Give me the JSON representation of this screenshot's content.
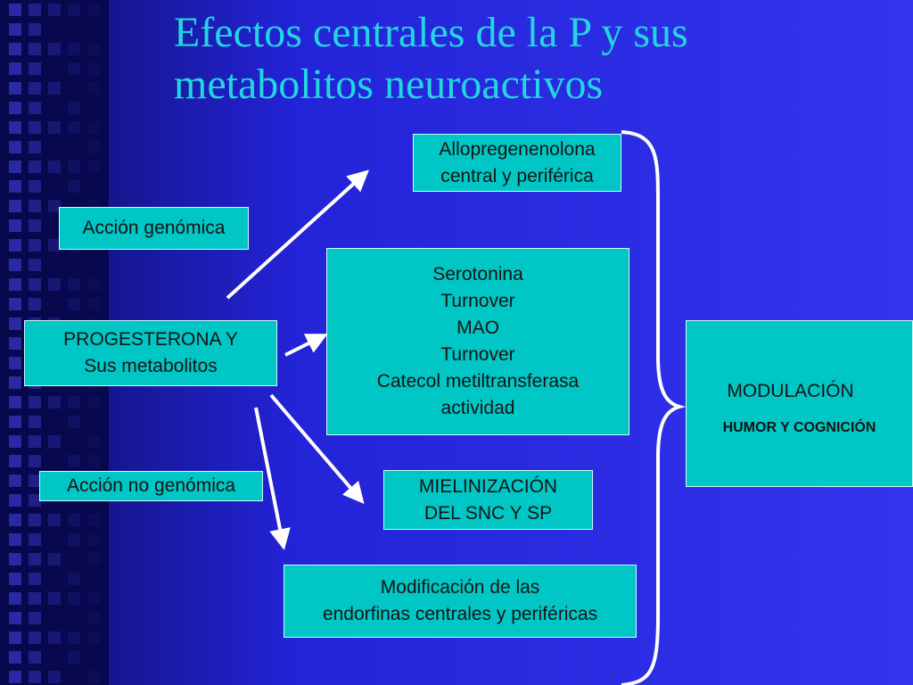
{
  "title": {
    "line1": "Efectos centrales de la P y sus",
    "line2": "metabolitos neuroactivos"
  },
  "colors": {
    "background": "#3434ee",
    "box_fill": "#00c6c6",
    "title": "#22d6e0",
    "arrows": "#ffffff"
  },
  "nodes": {
    "accion_genomica": {
      "label": "Acción genómica"
    },
    "accion_no_genomica": {
      "label": "Acción no genómica"
    },
    "progesterona": {
      "line1": "PROGESTERONA Y",
      "line2": "Sus metabolitos"
    },
    "allopregnenolona": {
      "line1": "Allopregenenolona",
      "line2": "central y periférica"
    },
    "serotonina": {
      "lines": [
        "Serotonina",
        "Turnover",
        "MAO",
        "Turnover",
        "Catecol metiltransferasa",
        "actividad"
      ]
    },
    "mielinizacion": {
      "line1": "MIELINIZACIÓN",
      "line2": "DEL SNC Y SP"
    },
    "endorfinas": {
      "line1": "Modificación de las",
      "line2": "endorfinas centrales y periféricas"
    },
    "modulacion": {
      "line1": "MODULACIÓN",
      "line2": "HUMOR Y COGNICIÓN"
    }
  },
  "icons": [
    "arrow-icon",
    "curly-brace-icon",
    "decorative-square-icon"
  ]
}
